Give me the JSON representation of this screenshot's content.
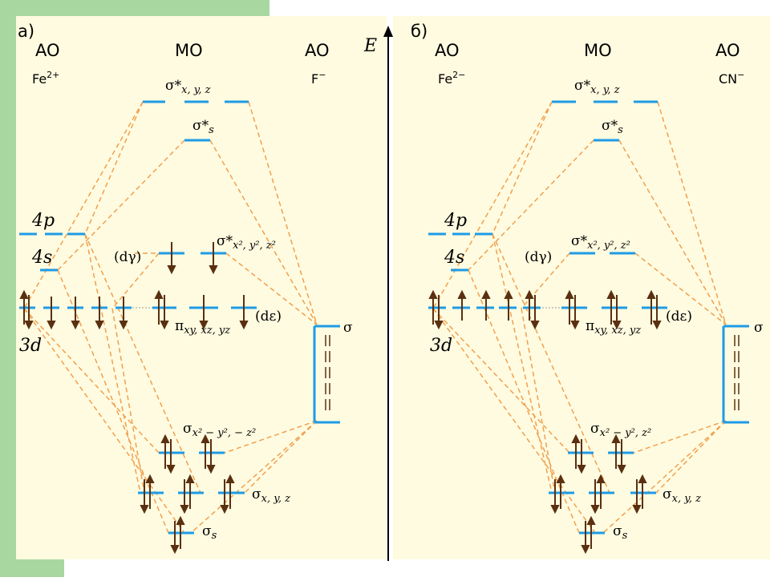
{
  "panel_a": {
    "tag": "а)",
    "left_header": "AO",
    "mid_header": "MO",
    "right_header": "AO",
    "metal_ion": "Fe",
    "metal_charge": "2+",
    "ligand": "F",
    "ligand_charge": "−",
    "ao_4p": "4p",
    "ao_4s": "4s",
    "ao_3d": "3d",
    "sigma_star_xyz": "σ*",
    "sigma_star_xyz_sub": "x, y, z",
    "sigma_star_s": "σ*",
    "sigma_star_s_sub": "s",
    "dgamma": "(dγ)",
    "sigma_star_x2y2z2": "σ*",
    "sigma_star_x2y2z2_sub": "x², y², z²",
    "pi_label": "π",
    "pi_sub": "xy, xz, yz",
    "depsilon": "(dε)",
    "ligand_sigma": "σ",
    "sigma_x2y2": "σ",
    "sigma_x2y2_sub": "x² − y², − z²",
    "sigma_xyz": "σ",
    "sigma_xyz_sub": "x, y, z",
    "sigma_s": "σ",
    "sigma_s_sub": "s"
  },
  "axis": {
    "energy_label": "E"
  },
  "panel_b": {
    "tag": "б)",
    "left_header": "AO",
    "mid_header": "MO",
    "right_header": "AO",
    "metal_ion": "Fe",
    "metal_charge": "2−",
    "ligand": "CN",
    "ligand_charge": "−",
    "ao_4p": "4p",
    "ao_4s": "4s",
    "ao_3d": "3d",
    "sigma_star_xyz": "σ*",
    "sigma_star_xyz_sub": "x, y, z",
    "sigma_star_s": "σ*",
    "sigma_star_s_sub": "s",
    "dgamma": "(dγ)",
    "sigma_star_x2y2z2": "σ*",
    "sigma_star_x2y2z2_sub": "x², y², z²",
    "pi_label": "π",
    "pi_sub": "xy, xz, yz",
    "depsilon": "(dε)",
    "ligand_sigma": "σ",
    "sigma_x2y2": "σ",
    "sigma_x2y2_sub": "x² − y², z²",
    "sigma_xyz": "σ",
    "sigma_xyz_sub": "x, y, z",
    "sigma_s": "σ",
    "sigma_s_sub": "s"
  },
  "colors": {
    "level": "#1e9be6",
    "connector": "#f0a050",
    "electron": "#5a3010",
    "panel_bg": "#fffbe0",
    "frame": "#a8d8a0"
  }
}
